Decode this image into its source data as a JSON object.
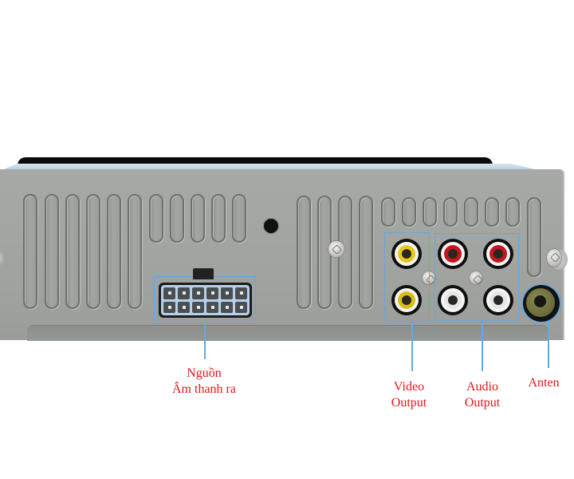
{
  "diagram": {
    "subject": "car radio rear panel",
    "colors": {
      "label_text": "#e4141b",
      "callout_lines": "#5fa9e6",
      "chassis": "#a3a6a3",
      "video_jack": "#e8c81a",
      "audio_left_jack": "#c41620",
      "audio_right_jack": "#e6e6e6",
      "antenna_jack": "#6b6b36"
    },
    "labels": {
      "power": {
        "line1": "Nguồn",
        "line2": "Âm thanh ra"
      },
      "video": {
        "line1": "Video",
        "line2": "Output"
      },
      "audio": {
        "line1": "Audio",
        "line2": "Output"
      },
      "antenna": {
        "line1": "Anten"
      }
    },
    "connector": {
      "pins_per_row": 6,
      "rows": 2
    },
    "jacks": {
      "video": [
        "yellow",
        "yellow"
      ],
      "audio": [
        "red",
        "red",
        "white",
        "white"
      ],
      "antenna": [
        "olive"
      ]
    }
  }
}
